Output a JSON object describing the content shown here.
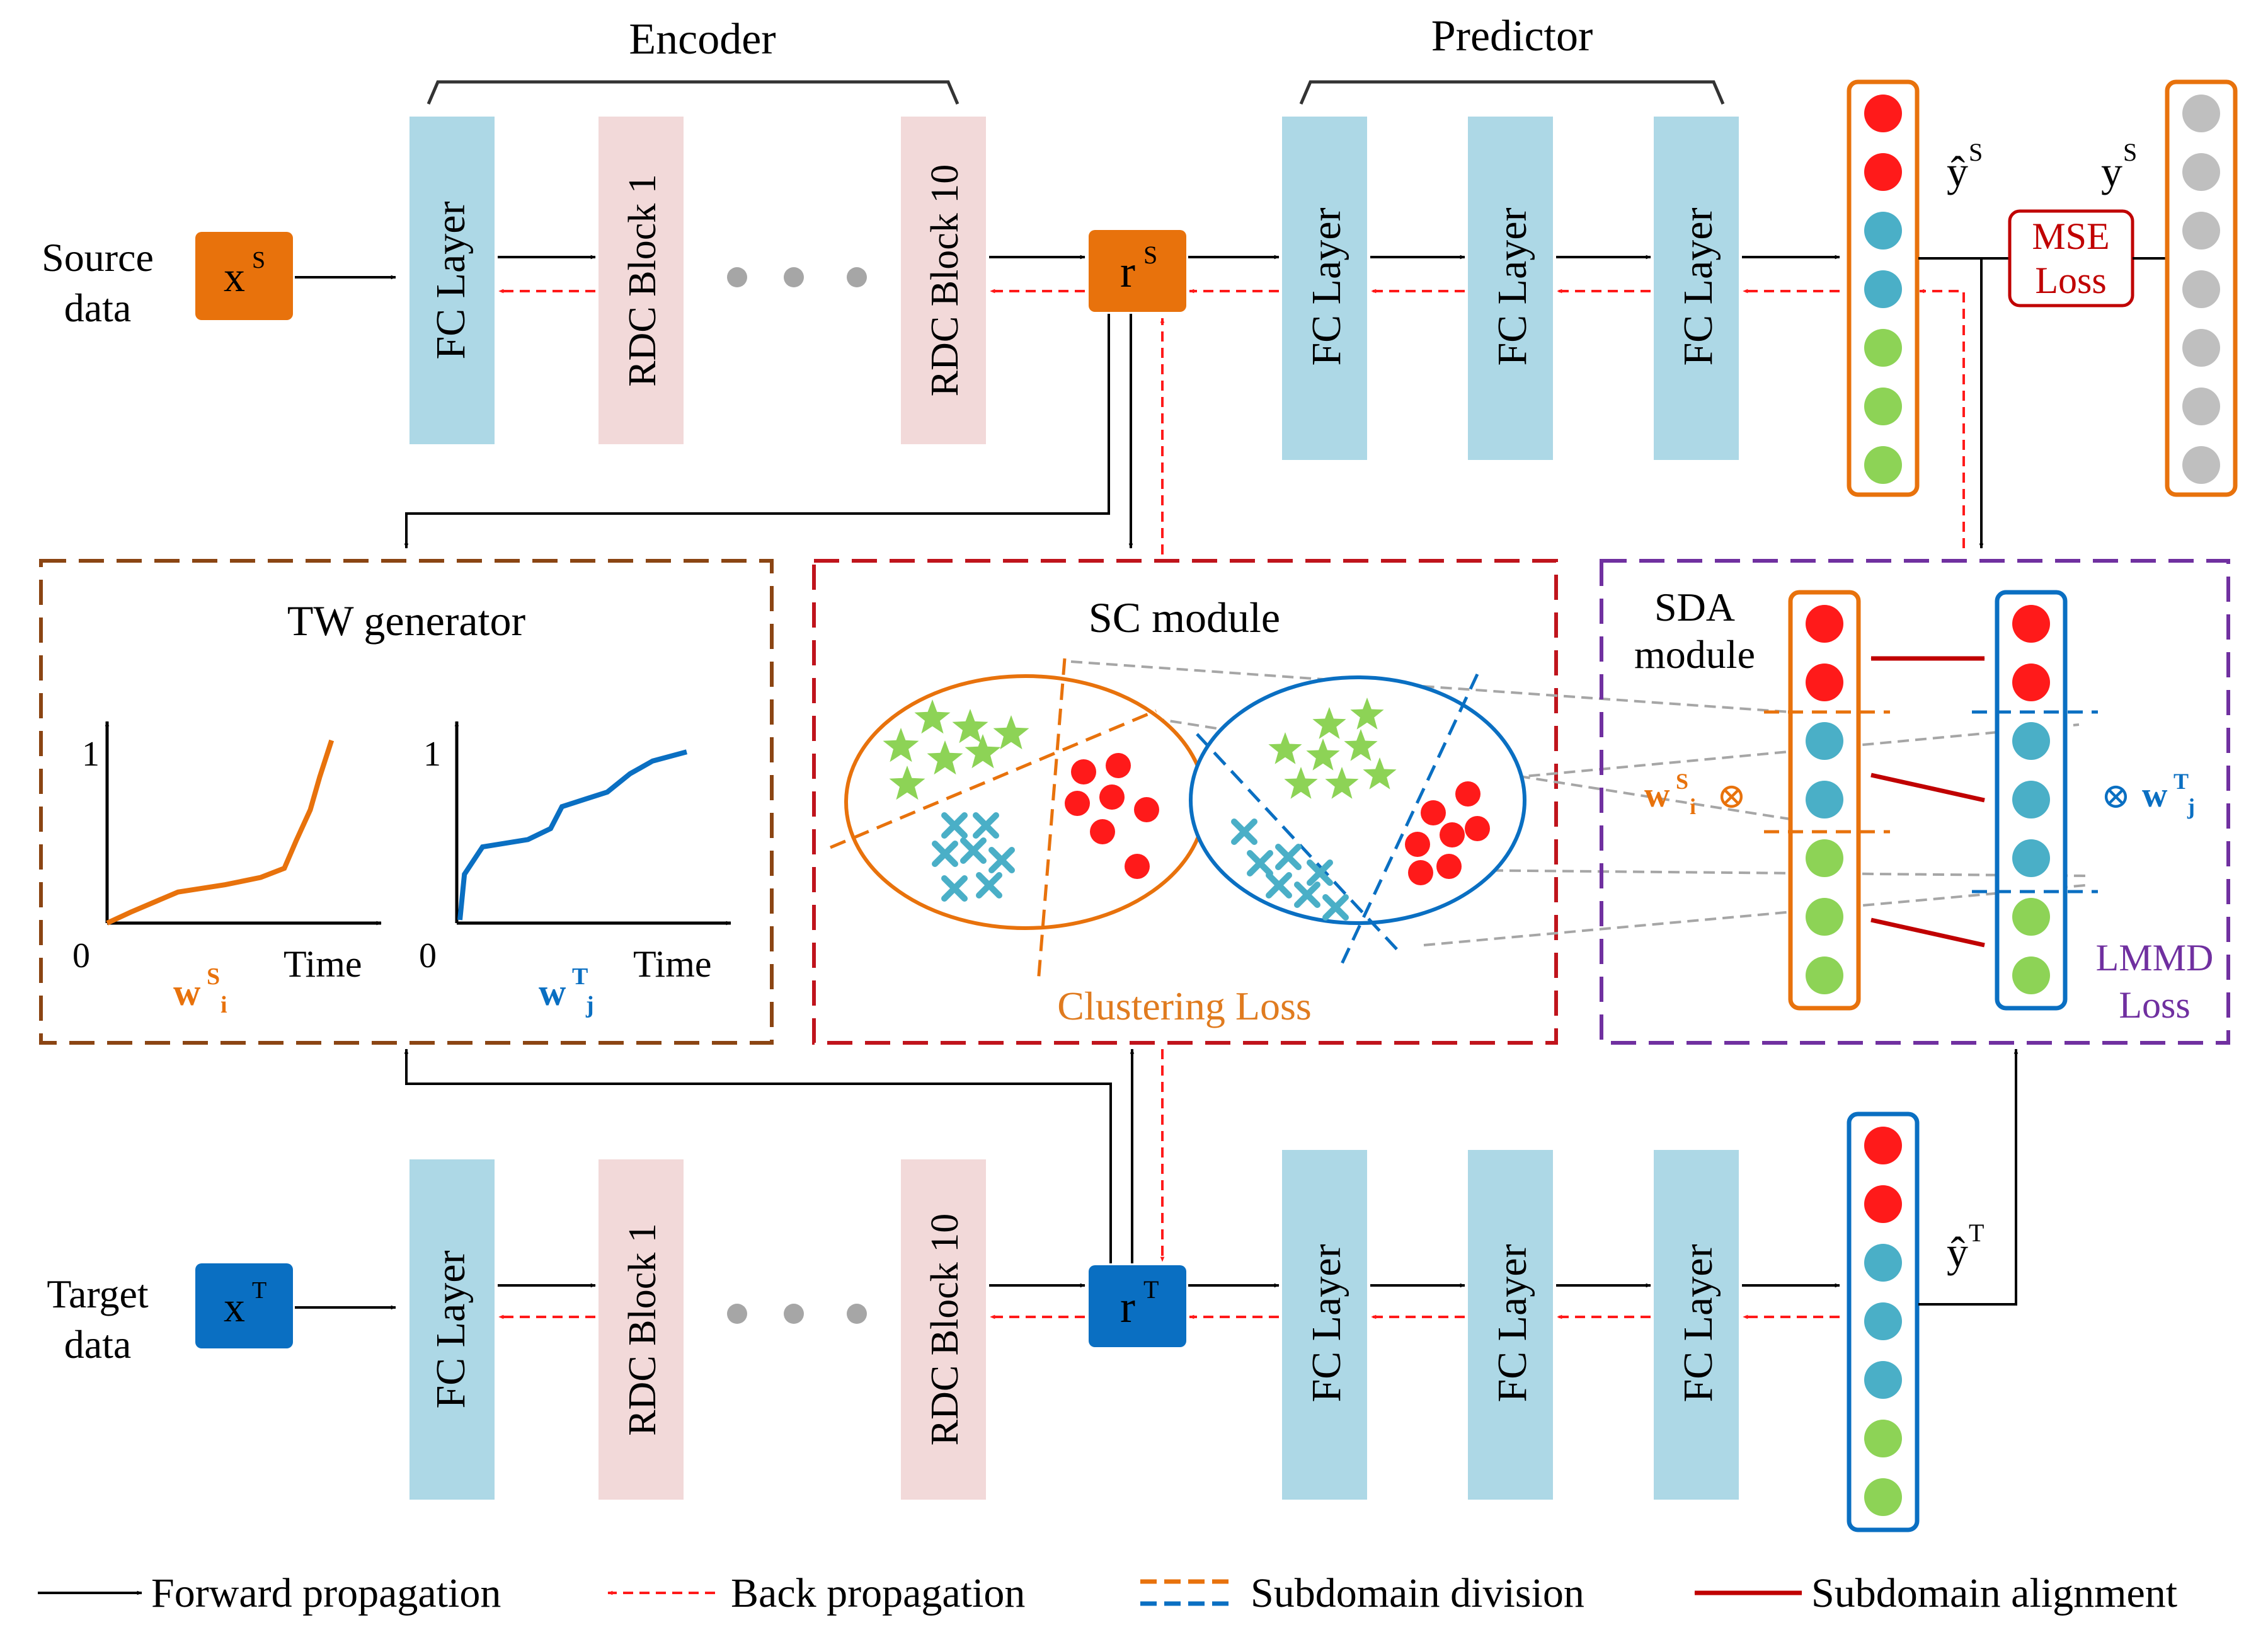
{
  "labels": {
    "encoder": "Encoder",
    "predictor": "Predictor",
    "source_data": [
      "Source",
      "data"
    ],
    "target_data": [
      "Target",
      "data"
    ],
    "x_s": "x",
    "x_s_sup": "S",
    "x_t": "x",
    "x_t_sup": "T",
    "r_s": "r",
    "r_s_sup": "S",
    "r_t": "r",
    "r_t_sup": "T",
    "fc_layer": "FC Layer",
    "rdc_block_1": "RDC Block 1",
    "rdc_block_10": "RDC Block 10",
    "yhat_s": "ŷ",
    "yhat_s_sup": "S",
    "y_s": "y",
    "y_s_sup": "S",
    "yhat_t": "ŷ",
    "yhat_t_sup": "T",
    "mse_loss": [
      "MSE",
      "Loss"
    ],
    "tw_generator": "TW generator",
    "sc_module": "SC module",
    "sda_module": [
      "SDA",
      "module"
    ],
    "clustering_loss": "Clustering Loss",
    "lmmd_loss": [
      "LMMD",
      "Loss"
    ],
    "axis_one": "1",
    "axis_zero": "0",
    "axis_time": "Time",
    "w": "w",
    "w_s_sup": "S",
    "w_s_sub": "i",
    "w_t_sup": "T",
    "w_t_sub": "j",
    "otimes": "⊗"
  },
  "legend": [
    {
      "label": "Forward propagation",
      "style": "forward"
    },
    {
      "label": "Back propagation",
      "style": "back"
    },
    {
      "label": "Subdomain division",
      "style": "division"
    },
    {
      "label": "Subdomain alignment",
      "style": "alignment"
    }
  ],
  "colors": {
    "orange": "#E8720C",
    "orange_text": "#E07B1F",
    "blue": "#0A6FC2",
    "fc_fill": "#ADD8E6",
    "rdc_fill": "#F2D9D9",
    "red": "#FF1A1A",
    "teal": "#4AAFC7",
    "green": "#8DD356",
    "gray": "#BFBFBF",
    "dark_red": "#C00000",
    "brown": "#8B4513",
    "crimson": "#C0141C",
    "purple": "#7030A0"
  },
  "output_columns": {
    "yhat_s": [
      "red",
      "red",
      "teal",
      "teal",
      "green",
      "green",
      "green"
    ],
    "y_s": [
      "gray",
      "gray",
      "gray",
      "gray",
      "gray",
      "gray",
      "gray"
    ],
    "yhat_t": [
      "red",
      "red",
      "teal",
      "teal",
      "teal",
      "green",
      "green"
    ],
    "sda_source": [
      "red",
      "red",
      "teal",
      "teal",
      "green",
      "green",
      "green"
    ],
    "sda_target": [
      "red",
      "red",
      "teal",
      "teal",
      "teal",
      "green",
      "green"
    ]
  },
  "curves": {
    "w_s": [
      [
        0,
        0
      ],
      [
        0.1,
        0.06
      ],
      [
        0.3,
        0.17
      ],
      [
        0.5,
        0.21
      ],
      [
        0.65,
        0.25
      ],
      [
        0.75,
        0.3
      ],
      [
        0.8,
        0.45
      ],
      [
        0.86,
        0.62
      ],
      [
        0.9,
        0.8
      ],
      [
        0.95,
        1.0
      ]
    ],
    "w_t": [
      [
        0,
        0
      ],
      [
        0.02,
        0.25
      ],
      [
        0.1,
        0.4
      ],
      [
        0.3,
        0.44
      ],
      [
        0.4,
        0.5
      ],
      [
        0.45,
        0.62
      ],
      [
        0.55,
        0.66
      ],
      [
        0.65,
        0.7
      ],
      [
        0.75,
        0.8
      ],
      [
        0.85,
        0.87
      ],
      [
        1.0,
        0.92
      ]
    ]
  }
}
